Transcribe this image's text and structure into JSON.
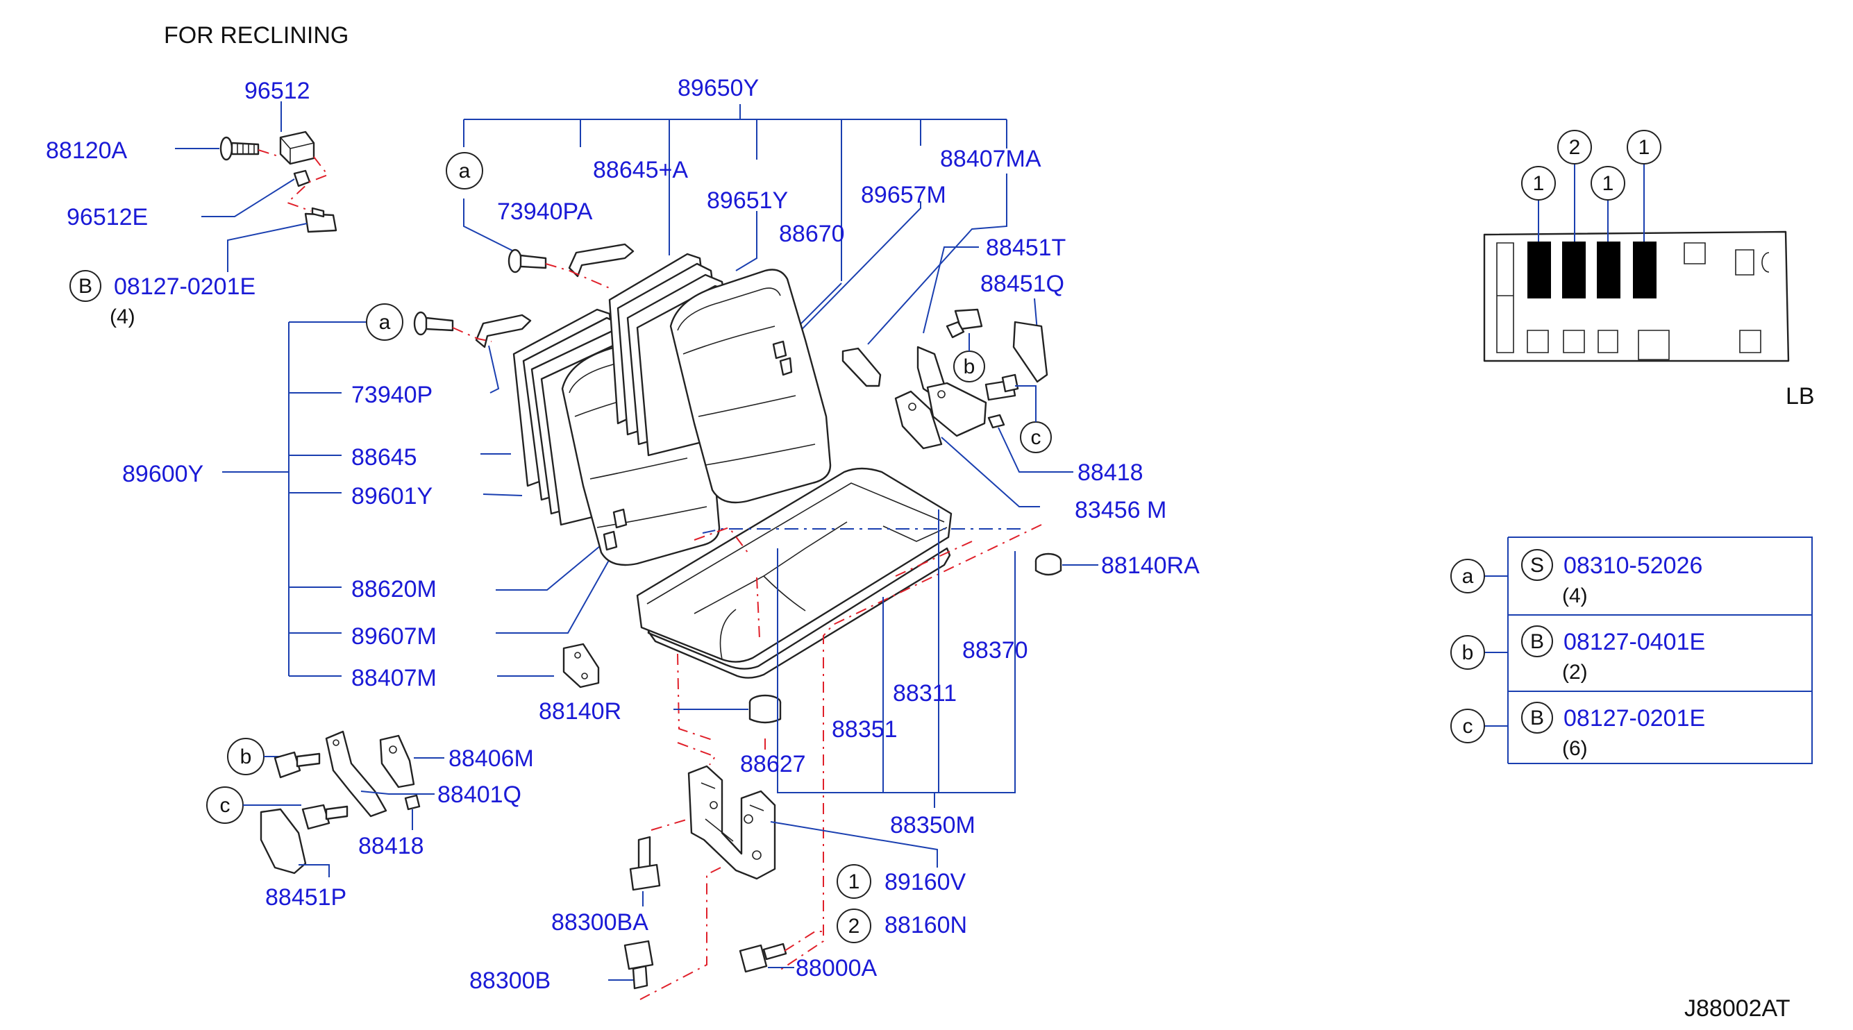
{
  "title": "FOR  RECLINING",
  "diagram_code": "J88002AT",
  "variant_label": "LB",
  "labels": {
    "p96512": "96512",
    "p88120A": "88120A",
    "p96512E": "96512E",
    "p08127_0201E": "08127-0201E",
    "qty_top": "(4)",
    "p89650Y": "89650Y",
    "p88645A": "88645+A",
    "p73940PA": "73940PA",
    "p89651Y": "89651Y",
    "p88670": "88670",
    "p89657M": "89657M",
    "p88407MA": "88407MA",
    "p88451T": "88451T",
    "p88451Q": "88451Q",
    "p88418_r": "88418",
    "p83456M": "83456 M",
    "p88140RA": "88140RA",
    "p73940P": "73940P",
    "p88645": "88645",
    "p89600Y": "89600Y",
    "p89601Y": "89601Y",
    "p88620M": "88620M",
    "p89607M": "89607M",
    "p88407M": "88407M",
    "p88140R": "88140R",
    "p88370": "88370",
    "p88311": "88311",
    "p88351": "88351",
    "p88627": "88627",
    "p88350M": "88350M",
    "p88406M": "88406M",
    "p88401Q": "88401Q",
    "p88418_l": "88418",
    "p88451P": "88451P",
    "p89160V": "89160V",
    "p88160N": "88160N",
    "p88300BA": "88300BA",
    "p88300B": "88300B",
    "p88000A": "88000A"
  },
  "callouts": {
    "a": "a",
    "b": "b",
    "c": "c",
    "B": "B",
    "S": "S",
    "one": "1",
    "two": "2"
  },
  "fastener_table": [
    {
      "key": "a",
      "prefix": "S",
      "part": "08310-52026",
      "qty": "(4)"
    },
    {
      "key": "b",
      "prefix": "B",
      "part": "08127-0401E",
      "qty": "(2)"
    },
    {
      "key": "c",
      "prefix": "B",
      "part": "08127-0201E",
      "qty": "(6)"
    }
  ],
  "legend_items": [
    {
      "num": "1",
      "part": "89160V"
    },
    {
      "num": "2",
      "part": "88160N"
    }
  ],
  "layout_markers": [
    "1",
    "2",
    "1",
    "1"
  ],
  "colors": {
    "part_number": "#1a1ad6",
    "leader_line": "#1a3fb0",
    "phantom_line": "#e0202a",
    "outline": "#222222"
  }
}
